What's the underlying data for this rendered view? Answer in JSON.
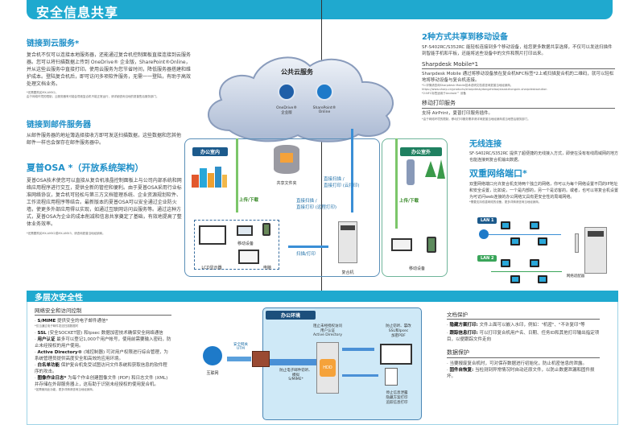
{
  "header": {
    "title": "安全信息共享"
  },
  "cloud_services": {
    "title": "链接到云服务*",
    "body": "复合机不仅可以连接本地服务器，还能通过复合机控制面板直接连接到云服务器。您可以将扫描数据上传到 OneDrive® 企业版，SharePoint®Online，并从这些云服务中直接打印。使用云服务为您节省时间，降低服务器搭建和维护成本。登陆复合机后，即可访问多项软件服务，无需一一登陆，有助于高效处理文档业务。",
    "notes": [
      "*还需要购买MX-AMX2。",
      "由于网络环境的限制，云服务器有可能会导致复合机不能正常运行，请详细咨询当地的夏普售后服务部门。"
    ]
  },
  "mail_server": {
    "title": "链接到邮件服务器",
    "body": "从邮件服务器的地址簿选择接收方即可发送扫描数据，这些数据和您其他邮件一样也会保存在邮件服务器中。"
  },
  "osa": {
    "title": "夏普OSA *（开放系统架构）",
    "body": "夏普OSA技术使您可以直接从复合机液晶控制面板上与公司内部系统和网络应用程序进行交互，提供全新的管控和便利。由于夏普OSA采用行业标准网络协议，复合机可轻松与第三方文档管理系统、企业资源规划软件、工作流程应用程序等结合。最新版本的夏普OSA可以安全通过企业防火墙，使更多外部应用得以实现，如通过互联网访问云服务等。通过这种方式，夏普OSA为企业的成本削减和信息共享奠定了基础，有效地提高了整体业务效率。",
    "note": "*还需要购买MX-AMX2或MX-AMX3，请咨询夏普当地经销商。"
  },
  "diagram": {
    "cloud_title": "公共云服务",
    "cloud_items": [
      {
        "icon": "onedrive-icon",
        "label": "OneDrive®\n企业版"
      },
      {
        "icon": "sharepoint-icon",
        "label": "SharePoint®\nOnline"
      }
    ],
    "inside_office_tag": "办公室内",
    "outside_office_tag": "办公室外",
    "shared_folder": "共享文件夹",
    "upload_download": "上传/下载",
    "direct_scan_cloud": "直接扫描 /\n直接打印 (云打印)",
    "direct_scan_remote": "直接扫描 /\n直接打印 (远程打印)",
    "scan_print": "扫描/打印",
    "lcd_display": "LCD显示器",
    "mobile_device": "移动设备",
    "computer": "电脑",
    "mfp": "复合机",
    "outside_mobile": "移动设备"
  },
  "mobile_sharing": {
    "title": "2种方式共享到移动设备",
    "body": "SF-S402RC/S352RC 能轻松连接到多个移动设备，给您更多数据共享选择，不仅可以发送扫描件到智能手机和平板，还能将这些设备中的文件和照片打印出来。",
    "sharpdesk": {
      "subtitle": "Sharpdesk Mobile*1",
      "body": "Sharpdesk Mobile 通过将移动设备放在复合机NFC标签*2上或扫描复合机的二维码，就可以轻松地将移动设备与复合机连接。",
      "notes": [
        "*1:详情请查询Sharpdesk Mobile技术说明文档或咨询夏普当地经销商。",
        "https://www.sharp.cn/products/sharpdeskydongzhidao/xiazaizhongxin-sharpdesksolution",
        "*2:NFC标签适用于Android™ 设备"
      ]
    },
    "mobile_print": {
      "subtitle": "移动打印服务",
      "body": "支持 AirPrint，夏普打印服务插件。",
      "note": "*由于网络环境的限制，移动打印服务需求请详询夏普当地经销商或当地售后服务部门。"
    }
  },
  "wireless": {
    "title": "无线连接",
    "body": "SF-S402RC/S352RC 提供了超便捷的无线接入方式，即使在没有有线局域网的地方也能连接到复合机输出数据。"
  },
  "dual_network": {
    "title": "双重网络端口*",
    "body": "双重网络端口允许复合机支持两个独立的网络，你可以为每个网络设置不同的IP地址和安全设置，比如说，一个是内部的，另一个是访客的。或者，也可以将复合机设置为可访问web连接的办公网络又具有更安全性的局域网络。",
    "note": "*需要支持双重网络的设备，更多详情请咨询当地经销商。",
    "lan1": "LAN 1",
    "lan2": "LAN 2",
    "adapter": "网络适配器"
  },
  "multi_security": {
    "title": "多层次安全性",
    "network": {
      "subtitle": "网络安全和访问控制",
      "items": [
        {
          "bold": "S/MIME",
          "text": " 提供安全的电子邮件通信*",
          "note": "*仅当通过电子邮件发送扫描数据时"
        },
        {
          "bold": "SSL",
          "text": " (安全SOCKET层) 和Ipsec 数据加密技术确保安全网络通信"
        },
        {
          "bold": "用户认证",
          "text": " 最多可以登记1,000个用户帐号，使用前需要输入密码，防止未经授权的用户使用。"
        },
        {
          "bold": "Active Directory®",
          "text": " (域控制器) 可对用户权限进行综合管理，为系统管理员提供高度安全和高效的应用环境。"
        },
        {
          "bold": "白名单功能",
          "text": " 保护复合机免受试图访问文件系统和获取信息的软件程序的攻击。"
        },
        {
          "bold": "图像作业日志*",
          "text": " 为每个作业创建图像文件 (PDF) 和日志文件 (XML) 并存储在外部服务器上，这有助于识别未经授权的使用复合机。",
          "note": "*如需使用此功能，更多详情请咨询当地经销商。"
        }
      ]
    },
    "env_diagram": {
      "office_env_tag": "办公环境",
      "internet": "互联网",
      "gateway": "安全网关\nUTM",
      "prevent_unauthorized": "阻止未经授权访问\n用户认证\nActive Directory",
      "prevent_tamper": "防止窃听、篡改\nSSL和Ipsec\n加密PDF",
      "prevent_spoof": "防止电子邮件窃听、\n模拟\nS/MIME*",
      "prevent_leak": "停止信息泄露\n隐藏方案打印\n追踪信息打印",
      "hdd": "HDD"
    },
    "doc_protection": {
      "subtitle": "文档保护",
      "items": [
        {
          "bold": "隐藏方案打印:",
          "text": " 文件上面可以嵌入水印，例如：\"机密\"、\"不许复印\"等"
        },
        {
          "bold": "跟踪信息打印:",
          "text": " 可以打印复合机用户名、日期、任务ID和其他打印输出指定项目，以便跟踪文件走向"
        }
      ]
    },
    "data_protection": {
      "subtitle": "数据保护",
      "items": [
        {
          "bold": "",
          "text": "当要报废复合机时，可对保存数据进行初始化，防止机密信息的泄露。"
        },
        {
          "bold": "固件自恢复:",
          "text": " 当检测到异常情况时自动还原文件，以防止数据泄漏和固件损坏。"
        }
      ]
    }
  }
}
